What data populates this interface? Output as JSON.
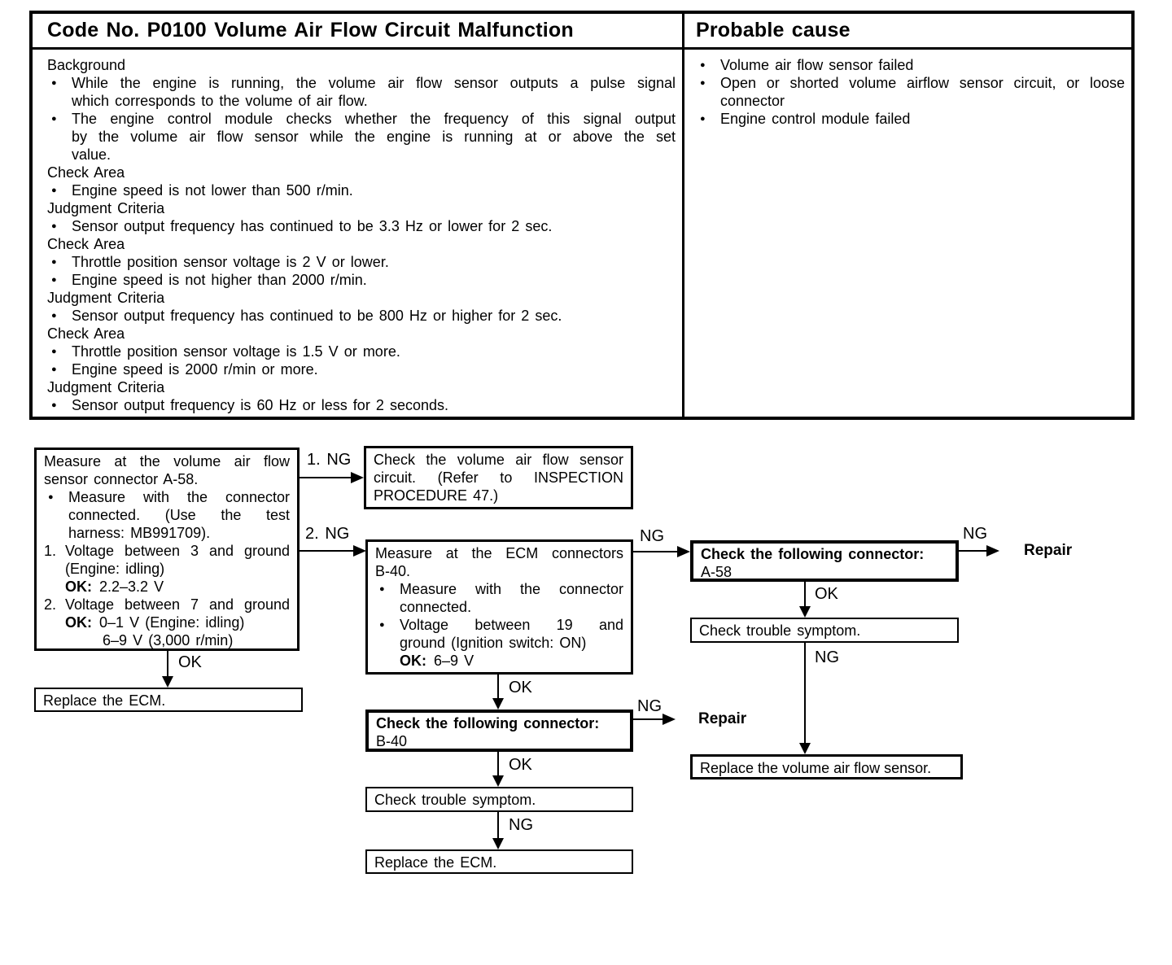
{
  "glyphs": {
    "bullet": "●"
  },
  "table": {
    "title": "Code No. P0100 Volume Air Flow Circuit Malfunction",
    "probable_cause_header": "Probable cause",
    "left_items": [
      {
        "type": "heading",
        "lines": [
          "Background"
        ]
      },
      {
        "type": "bullet",
        "lines": [
          "While the engine is running, the volume air flow sensor outputs a pulse signal",
          "which corresponds to the volume of air flow."
        ]
      },
      {
        "type": "bullet",
        "lines": [
          "The engine control module checks whether the frequency of this signal output",
          "by the volume air flow sensor while the engine is running at or above the set",
          "value."
        ]
      },
      {
        "type": "heading",
        "lines": [
          "Check Area"
        ]
      },
      {
        "type": "bullet",
        "lines": [
          "Engine speed is not lower than 500 r/min."
        ]
      },
      {
        "type": "heading",
        "lines": [
          "Judgment Criteria"
        ]
      },
      {
        "type": "bullet",
        "lines": [
          "Sensor output frequency has continued to be 3.3 Hz or lower for 2 sec."
        ]
      },
      {
        "type": "heading",
        "lines": [
          "Check Area"
        ]
      },
      {
        "type": "bullet",
        "lines": [
          "Throttle position sensor voltage is 2 V or lower."
        ]
      },
      {
        "type": "bullet",
        "lines": [
          "Engine speed is not higher than 2000 r/min."
        ]
      },
      {
        "type": "heading",
        "lines": [
          "Judgment Criteria"
        ]
      },
      {
        "type": "bullet",
        "lines": [
          "Sensor output frequency has continued to be 800 Hz or higher for 2 sec."
        ]
      },
      {
        "type": "heading",
        "lines": [
          "Check Area"
        ]
      },
      {
        "type": "bullet",
        "lines": [
          "Throttle position sensor voltage is 1.5 V or more."
        ]
      },
      {
        "type": "bullet",
        "lines": [
          "Engine speed is 2000 r/min or more."
        ]
      },
      {
        "type": "heading",
        "lines": [
          "Judgment Criteria"
        ]
      },
      {
        "type": "bullet",
        "lines": [
          "Sensor output frequency is 60 Hz or less for 2 seconds."
        ]
      }
    ],
    "right_items": [
      {
        "type": "bullet",
        "lines": [
          "Volume air flow sensor failed"
        ]
      },
      {
        "type": "bullet",
        "lines": [
          "Open or shorted volume airflow sensor circuit, or loose",
          "connector"
        ]
      },
      {
        "type": "bullet",
        "lines": [
          "Engine control module failed"
        ]
      }
    ]
  },
  "flow": {
    "labels": {
      "ok": "OK",
      "ng": "NG",
      "ng1": "1. NG",
      "ng2": "2. NG",
      "repair": "Repair",
      "ok_colon": "OK:"
    },
    "box1": {
      "intro": [
        "Measure at the volume air flow",
        "sensor connector A-58."
      ],
      "bullet": [
        "Measure with the connector",
        "connected. (Use the test",
        "harness: MB991709)."
      ],
      "step1_num": "1.",
      "step1_line1": "Voltage between 3 and ground",
      "step1_line2": "(Engine: idling)",
      "step1_ok_value": "2.2–3.2 V",
      "step2_num": "2.",
      "step2_line1": "Voltage between 7 and ground",
      "step2_ok_value": "0–1 V (Engine: idling)",
      "step2_ok_value2": "6–9 V (3,000 r/min)"
    },
    "box2": {
      "lines": [
        "Check the volume air flow sensor",
        "circuit. (Refer to INSPECTION",
        "PROCEDURE 47.)"
      ]
    },
    "box3": {
      "intro": [
        "Measure at the ECM connectors",
        "B-40."
      ],
      "bullet1": [
        "Measure with the connector",
        "connected."
      ],
      "bullet2": [
        "Voltage between 19 and",
        "ground (Ignition switch: ON)"
      ],
      "ok_value": "6–9 V"
    },
    "box4": {
      "text": "Replace the ECM."
    },
    "box5": {
      "title": "Check the following connector:",
      "connector": "A-58"
    },
    "box6": {
      "text": "Check trouble symptom."
    },
    "box7": {
      "text": "Replace the volume air flow sensor."
    },
    "box8": {
      "title": "Check the following connector:",
      "connector": "B-40"
    },
    "box9": {
      "text": "Check trouble symptom."
    },
    "box10": {
      "text": "Replace the ECM."
    }
  }
}
